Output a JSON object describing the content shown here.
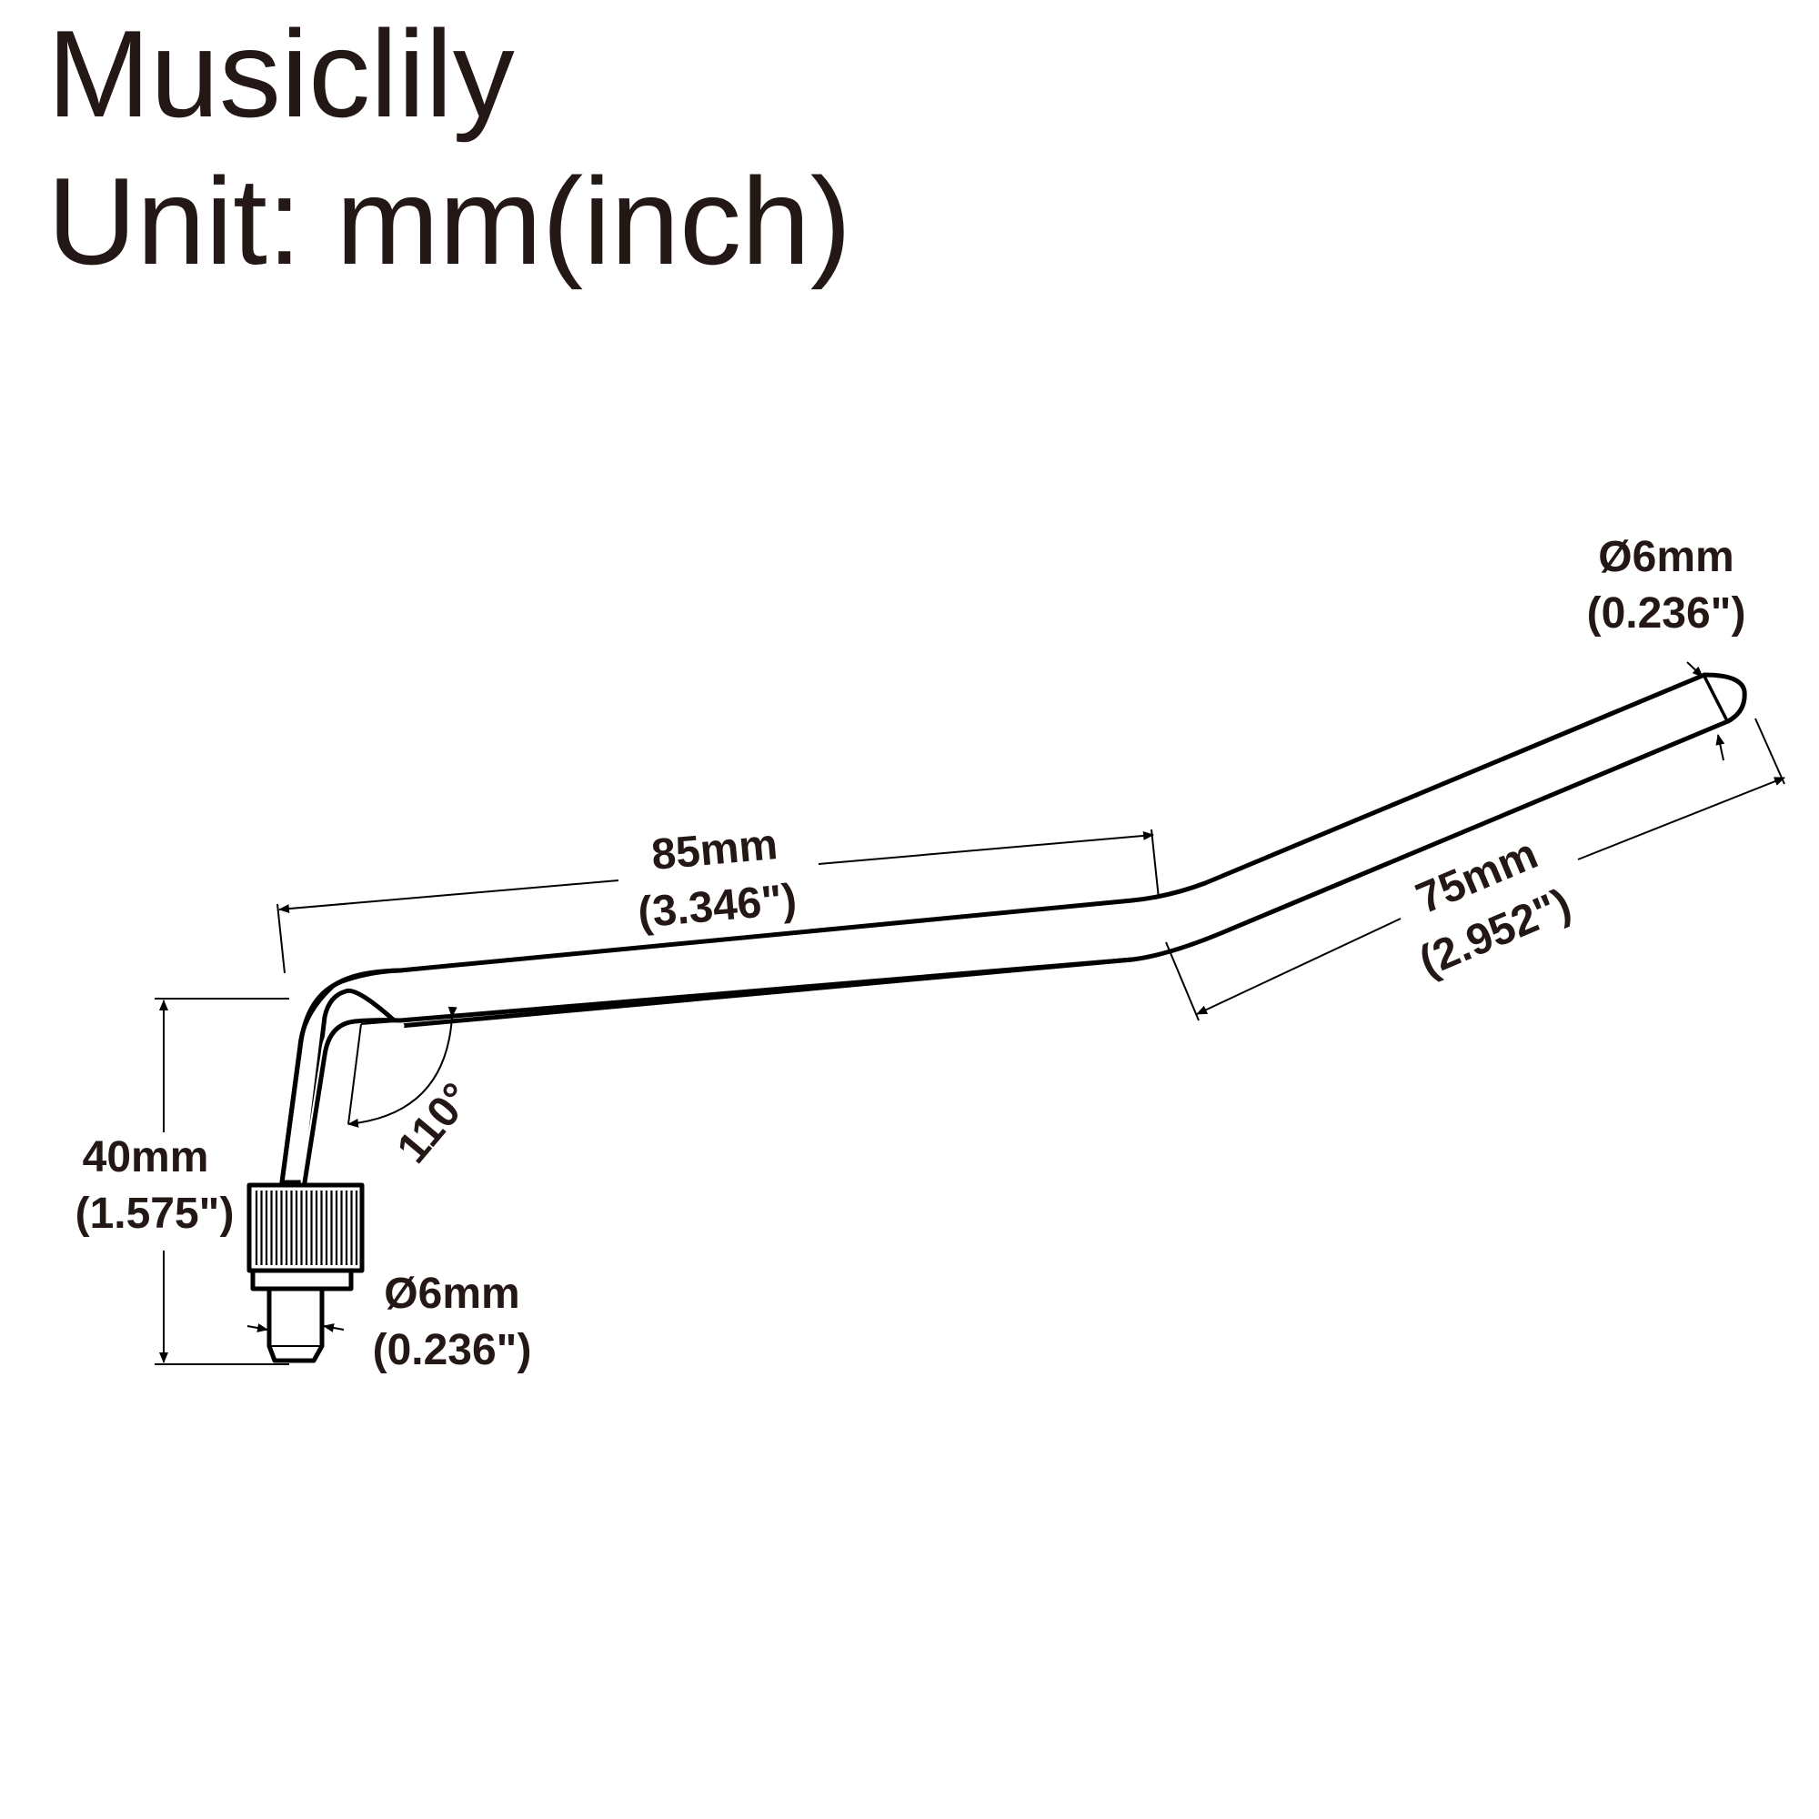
{
  "header": {
    "brand": "Musiclily",
    "unit_label": "Unit: mm(inch)"
  },
  "dimensions": {
    "tip_diameter": {
      "mm": "Ø6mm",
      "inch": "(0.236\")"
    },
    "middle_length": {
      "mm": "85mm",
      "inch": "(3.346\")"
    },
    "end_length": {
      "mm": "75mm",
      "inch": "(2.952\")"
    },
    "bend_angle": "110°",
    "shaft_height": {
      "mm": "40mm",
      "inch": "(1.575\")"
    },
    "shaft_diameter": {
      "mm": "Ø6mm",
      "inch": "(0.236\")"
    }
  },
  "colors": {
    "line": "#000000",
    "text": "#231815",
    "background": "#ffffff"
  }
}
